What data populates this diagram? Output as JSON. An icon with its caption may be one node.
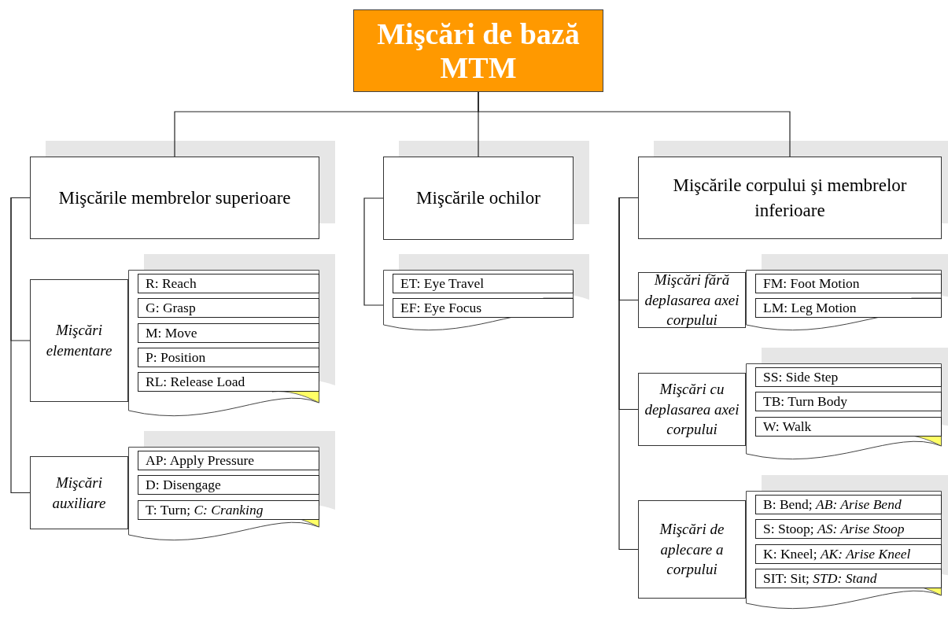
{
  "diagram": {
    "nodes": [
      {
        "text": [
          "Mişcări de bază MTM"
        ]
      },
      {
        "text": [
          "Mişcările membrelor superioare"
        ]
      },
      {
        "text": [
          "Mişcări elementare"
        ]
      },
      {
        "text": [],
        "shape": "document"
      },
      {
        "text": [
          "R: Reach"
        ],
        "in": 3
      },
      {
        "text": [
          "G: Grasp"
        ],
        "in": 3
      },
      {
        "text": [
          "M: Move"
        ],
        "in": 3
      },
      {
        "text": [
          "P: Position"
        ],
        "in": 3
      },
      {
        "text": [
          "RL: Release Load"
        ],
        "in": 3
      },
      {
        "text": [
          "Mişcări auxiliare"
        ]
      },
      {
        "text": [],
        "shape": "document"
      },
      {
        "text": [
          "AP: Apply Pressure"
        ],
        "in": 10
      },
      {
        "text": [
          "D: Disengage"
        ],
        "in": 10
      },
      {
        "text": [
          "T: Turn; *C: Cranking*"
        ],
        "in": 10
      },
      {
        "text": [
          "Mişcările ochilor"
        ]
      },
      {
        "text": [],
        "shape": "document"
      },
      {
        "text": [
          "ET: Eye Travel"
        ],
        "in": 15
      },
      {
        "text": [
          "EF: Eye Focus"
        ],
        "in": 15
      },
      {
        "text": [
          "Mişcările corpului şi membrelor inferioare"
        ]
      },
      {
        "text": [
          "Mişcări fără deplasarea axei corpului"
        ]
      },
      {
        "text": [],
        "shape": "document"
      },
      {
        "text": [
          "FM: Foot Motion"
        ],
        "in": 20
      },
      {
        "text": [
          "LM: Leg Motion"
        ],
        "in": 20
      },
      {
        "text": [
          "Mişcări cu deplasarea axei corpului"
        ]
      },
      {
        "text": [],
        "shape": "document"
      },
      {
        "text": [
          "SS: Side Step"
        ],
        "in": 24
      },
      {
        "text": [
          "TB: Turn Body"
        ],
        "in": 24
      },
      {
        "text": [
          "W: Walk"
        ],
        "in": 24
      },
      {
        "text": [
          "Mişcări de aplecare a corpului"
        ]
      },
      {
        "text": [],
        "shape": "document"
      },
      {
        "text": [
          "B: Bend; *AB: Arise Bend*"
        ],
        "in": 29
      },
      {
        "text": [
          "S: Stoop; *AS: Arise Stoop*"
        ],
        "in": 29
      },
      {
        "text": [
          "K: Kneel; *AK: Arise Kneel*"
        ],
        "in": 29
      },
      {
        "text": [
          "SIT: Sit; *STD: Stand*"
        ],
        "in": 29
      }
    ],
    "edges": [
      {
        "from": 0,
        "to": 1,
        "arrow": "none"
      },
      {
        "from": 0,
        "to": 14,
        "arrow": "none"
      },
      {
        "from": 0,
        "to": 18,
        "arrow": "none"
      },
      {
        "from": 1,
        "to": 2,
        "arrow": "none"
      },
      {
        "from": 1,
        "to": 9,
        "arrow": "none"
      },
      {
        "from": 14,
        "to": 15,
        "arrow": "none"
      },
      {
        "from": 18,
        "to": 19,
        "arrow": "none"
      },
      {
        "from": 18,
        "to": 23,
        "arrow": "none"
      },
      {
        "from": 18,
        "to": 28,
        "arrow": "none"
      }
    ]
  }
}
